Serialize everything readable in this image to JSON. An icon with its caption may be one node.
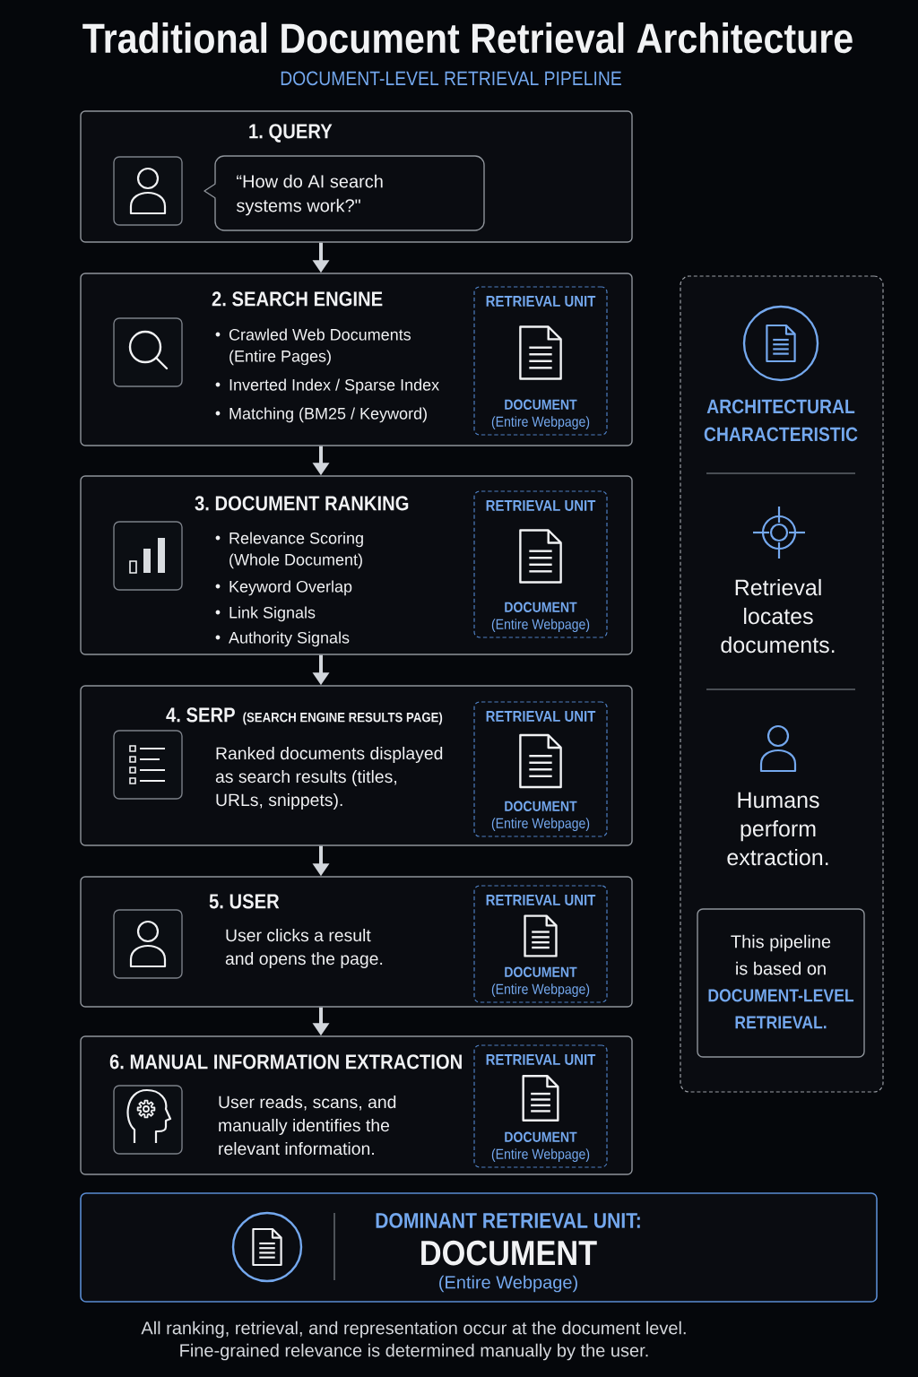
{
  "diagram": {
    "title": "Traditional Document Retrieval Architecture",
    "caption": "All ranking, retrieval, and representation occur at the document level. Fine-grained relevance is determined manually by the user.",
    "nodes": [
      {
        "text": [
          "1. QUERY"
        ]
      },
      {
        "text": [
          "“How do AI search systems work?\""
        ],
        "in": 0
      },
      {
        "text": [
          "2. SEARCH ENGINE",
          "Crawled Web Documents (Entire Pages)",
          "Inverted Index / Sparse Index",
          "Matching (BM25 / Keyword)"
        ]
      },
      {
        "text": [
          "RETRIEVAL UNIT",
          "DOCUMENT",
          "(Entire Webpage)"
        ],
        "in": 2
      },
      {
        "text": [
          "3. DOCUMENT RANKING",
          "Relevance Scoring (Whole Document)",
          "Keyword Overlap",
          "Link Signals",
          "Authority Signals"
        ]
      },
      {
        "text": [
          "RETRIEVAL UNIT",
          "DOCUMENT",
          "(Entire Webpage)"
        ],
        "in": 4
      },
      {
        "text": [
          "4. SERP",
          "(SEARCH ENGINE RESULTS PAGE)",
          "Ranked documents displayed as search results (titles, URLs, snippets)."
        ]
      },
      {
        "text": [
          "RETRIEVAL UNIT",
          "DOCUMENT",
          "(Entire Webpage)"
        ],
        "in": 6
      },
      {
        "text": [
          "5. USER",
          "User clicks a result and opens the page."
        ]
      },
      {
        "text": [
          "RETRIEVAL UNIT",
          "DOCUMENT",
          "(Entire Webpage)"
        ],
        "in": 8
      },
      {
        "text": [
          "6. MANUAL INFORMATION EXTRACTION",
          "User reads, scans, and manually identifies the relevant information."
        ]
      },
      {
        "text": [
          "RETRIEVAL UNIT",
          "DOCUMENT",
          "(Entire Webpage)"
        ],
        "in": 10
      },
      {
        "text": [
          "ARCHITECTURAL CHARACTERISTIC",
          "Retrieval locates documents.",
          "Humans perform extraction."
        ]
      },
      {
        "text": [
          "This pipeline is based on",
          "DOCUMENT-LEVEL RETRIEVAL."
        ],
        "in": 12
      },
      {
        "text": [
          "DOMINANT RETRIEVAL UNIT:",
          "DOCUMENT",
          "(Entire Webpage)"
        ]
      }
    ],
    "edges": [
      {
        "from": 0,
        "to": 2,
        "arrow": "to"
      },
      {
        "from": 2,
        "to": 4,
        "arrow": "to"
      },
      {
        "from": 4,
        "to": 6,
        "arrow": "to"
      },
      {
        "from": 6,
        "to": 8,
        "arrow": "to"
      },
      {
        "from": 8,
        "to": 10,
        "arrow": "to"
      }
    ],
    "labels": [
      "DOCUMENT-LEVEL RETRIEVAL PIPELINE"
    ]
  }
}
